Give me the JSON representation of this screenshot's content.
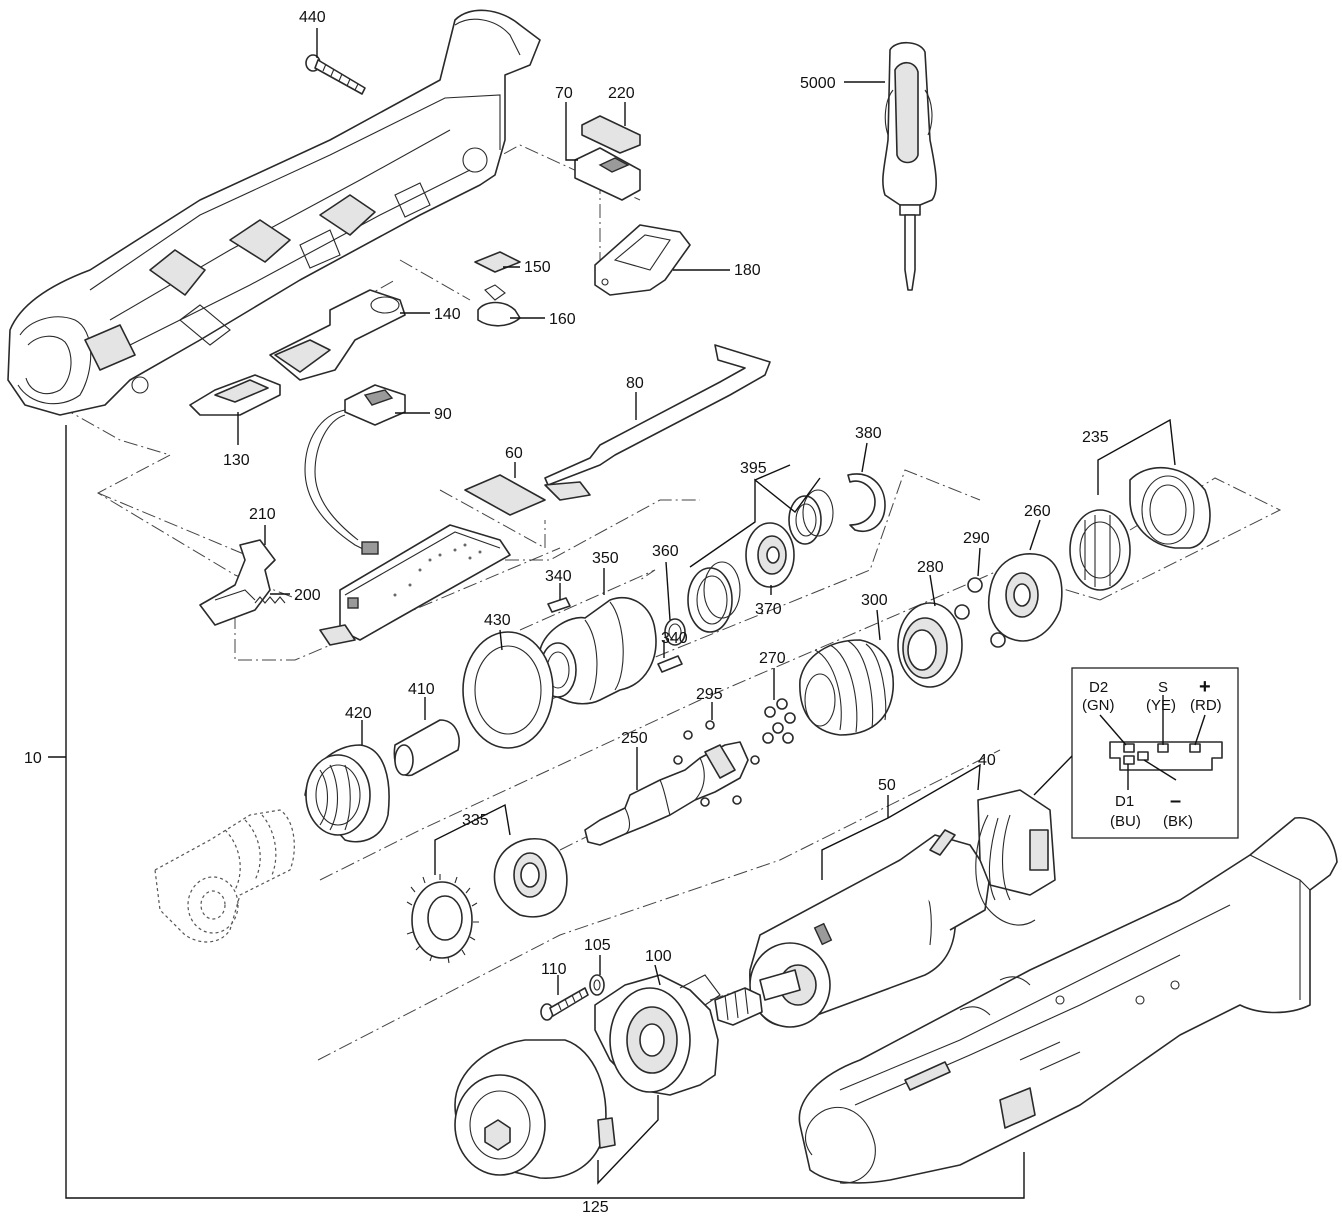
{
  "part_labels": {
    "p10": "10",
    "p40": "40",
    "p50": "50",
    "p60": "60",
    "p70": "70",
    "p80": "80",
    "p90": "90",
    "p100": "100",
    "p105": "105",
    "p110": "110",
    "p125": "125",
    "p130": "130",
    "p140": "140",
    "p150": "150",
    "p160": "160",
    "p180": "180",
    "p200": "200",
    "p210": "210",
    "p220": "220",
    "p235": "235",
    "p250": "250",
    "p260": "260",
    "p270": "270",
    "p280": "280",
    "p290": "290",
    "p295": "295",
    "p300": "300",
    "p335": "335",
    "p340a": "340",
    "p340b": "340",
    "p350": "350",
    "p360": "360",
    "p370": "370",
    "p380": "380",
    "p395": "395",
    "p410": "410",
    "p420": "420",
    "p430": "430",
    "p440": "440",
    "p5000": "5000"
  },
  "connector": {
    "d2": "D2",
    "gn": "(GN)",
    "s": "S",
    "ye": "(YE)",
    "plus": "+",
    "rd": "(RD)",
    "d1": "D1",
    "bu": "(BU)",
    "minus": "–",
    "bk": "(BK)"
  }
}
